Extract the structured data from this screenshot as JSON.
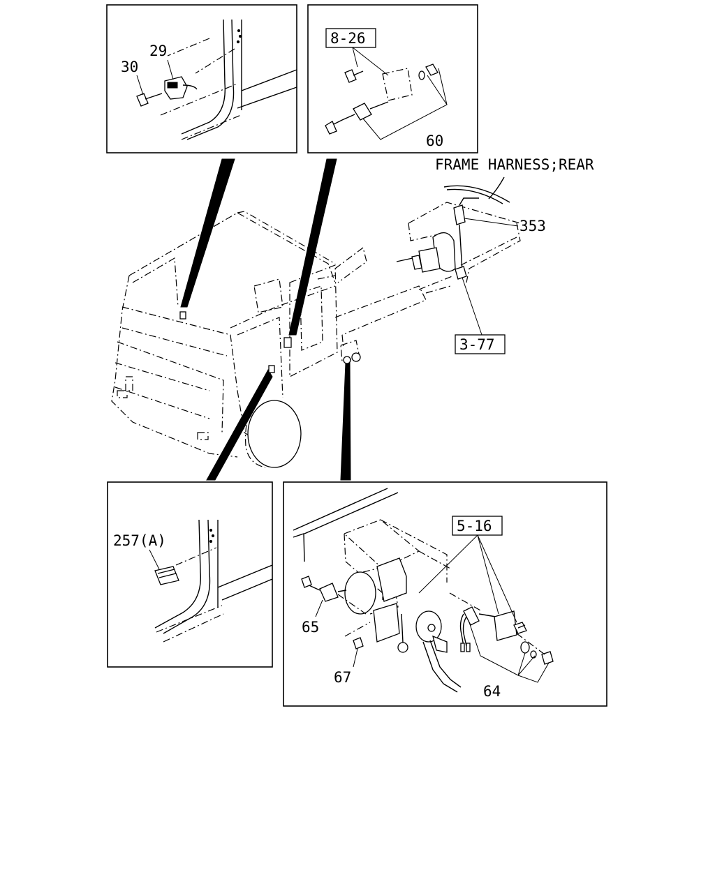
{
  "diagram": {
    "harness_label": "FRAME HARNESS;REAR",
    "callouts": {
      "p29": "29",
      "p30": "30",
      "ref_8_26": "8-26",
      "p60": "60",
      "p353": "353",
      "ref_3_77": "3-77",
      "p257a": "257(A)",
      "ref_5_16": "5-16",
      "p65": "65",
      "p67": "67",
      "p64": "64"
    }
  }
}
